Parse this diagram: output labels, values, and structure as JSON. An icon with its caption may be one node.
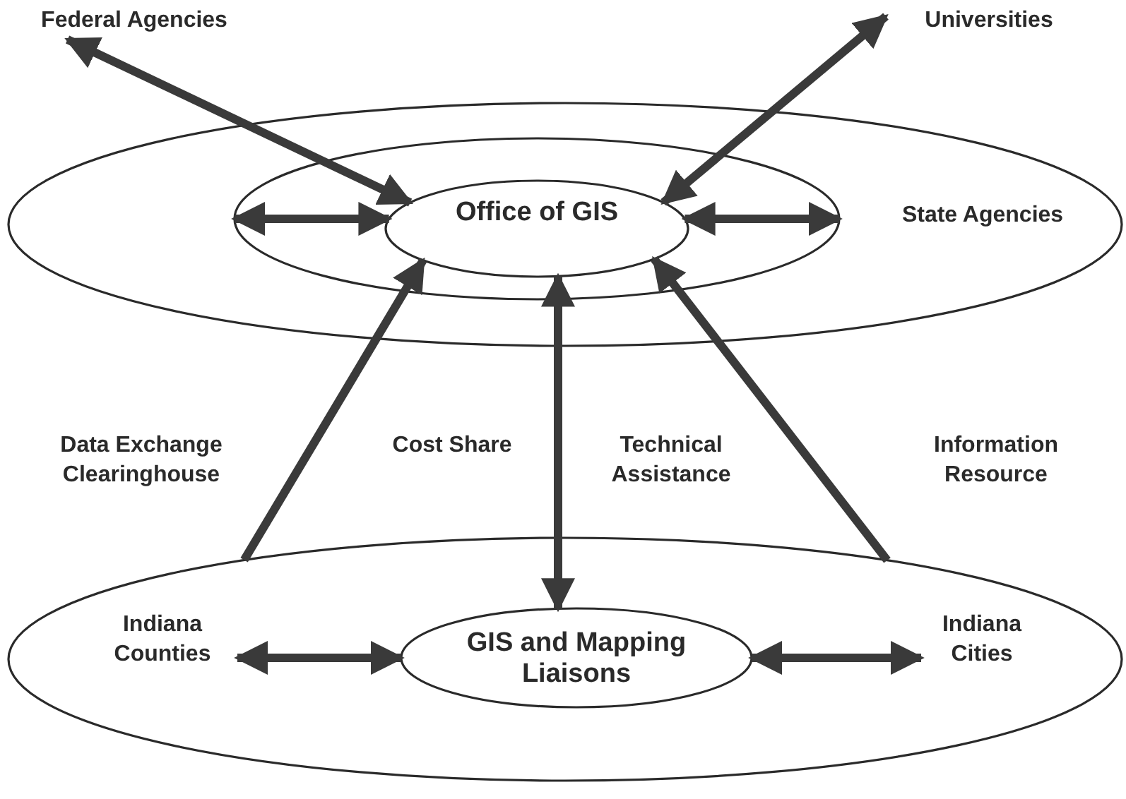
{
  "diagram": {
    "nodes": [
      {
        "text": [
          "State Agencies"
        ]
      },
      {
        "text": [],
        "shape": "ellipse",
        "in": 0
      },
      {
        "text": [
          "Office of GIS"
        ],
        "in": 1
      },
      {
        "text": [
          "Federal Agencies"
        ]
      },
      {
        "text": [
          "Universities"
        ]
      },
      {
        "text": [],
        "shape": "ellipse"
      },
      {
        "text": [
          "Indiana Counties"
        ],
        "in": 5
      },
      {
        "text": [
          "GIS and Mapping Liaisons"
        ],
        "in": 5
      },
      {
        "text": [
          "Indiana Cities"
        ],
        "in": 5
      }
    ],
    "edges": [
      {
        "from": 3,
        "to": 2,
        "arrow": "both"
      },
      {
        "from": 4,
        "to": 2,
        "arrow": "both"
      },
      {
        "from": 1,
        "to": 2,
        "arrow": "both"
      },
      {
        "from": 2,
        "to": 1,
        "arrow": "both"
      },
      {
        "from": 5,
        "to": 2,
        "arrow": "to"
      },
      {
        "from": 7,
        "to": 2,
        "arrow": "both"
      },
      {
        "from": 5,
        "to": 2,
        "arrow": "to"
      },
      {
        "from": 6,
        "to": 7,
        "arrow": "both"
      },
      {
        "from": 7,
        "to": 8,
        "arrow": "both"
      }
    ],
    "labels": [
      "Data Exchange Clearinghouse",
      "Cost Share",
      "Technical Assistance",
      "Information Resource"
    ]
  }
}
